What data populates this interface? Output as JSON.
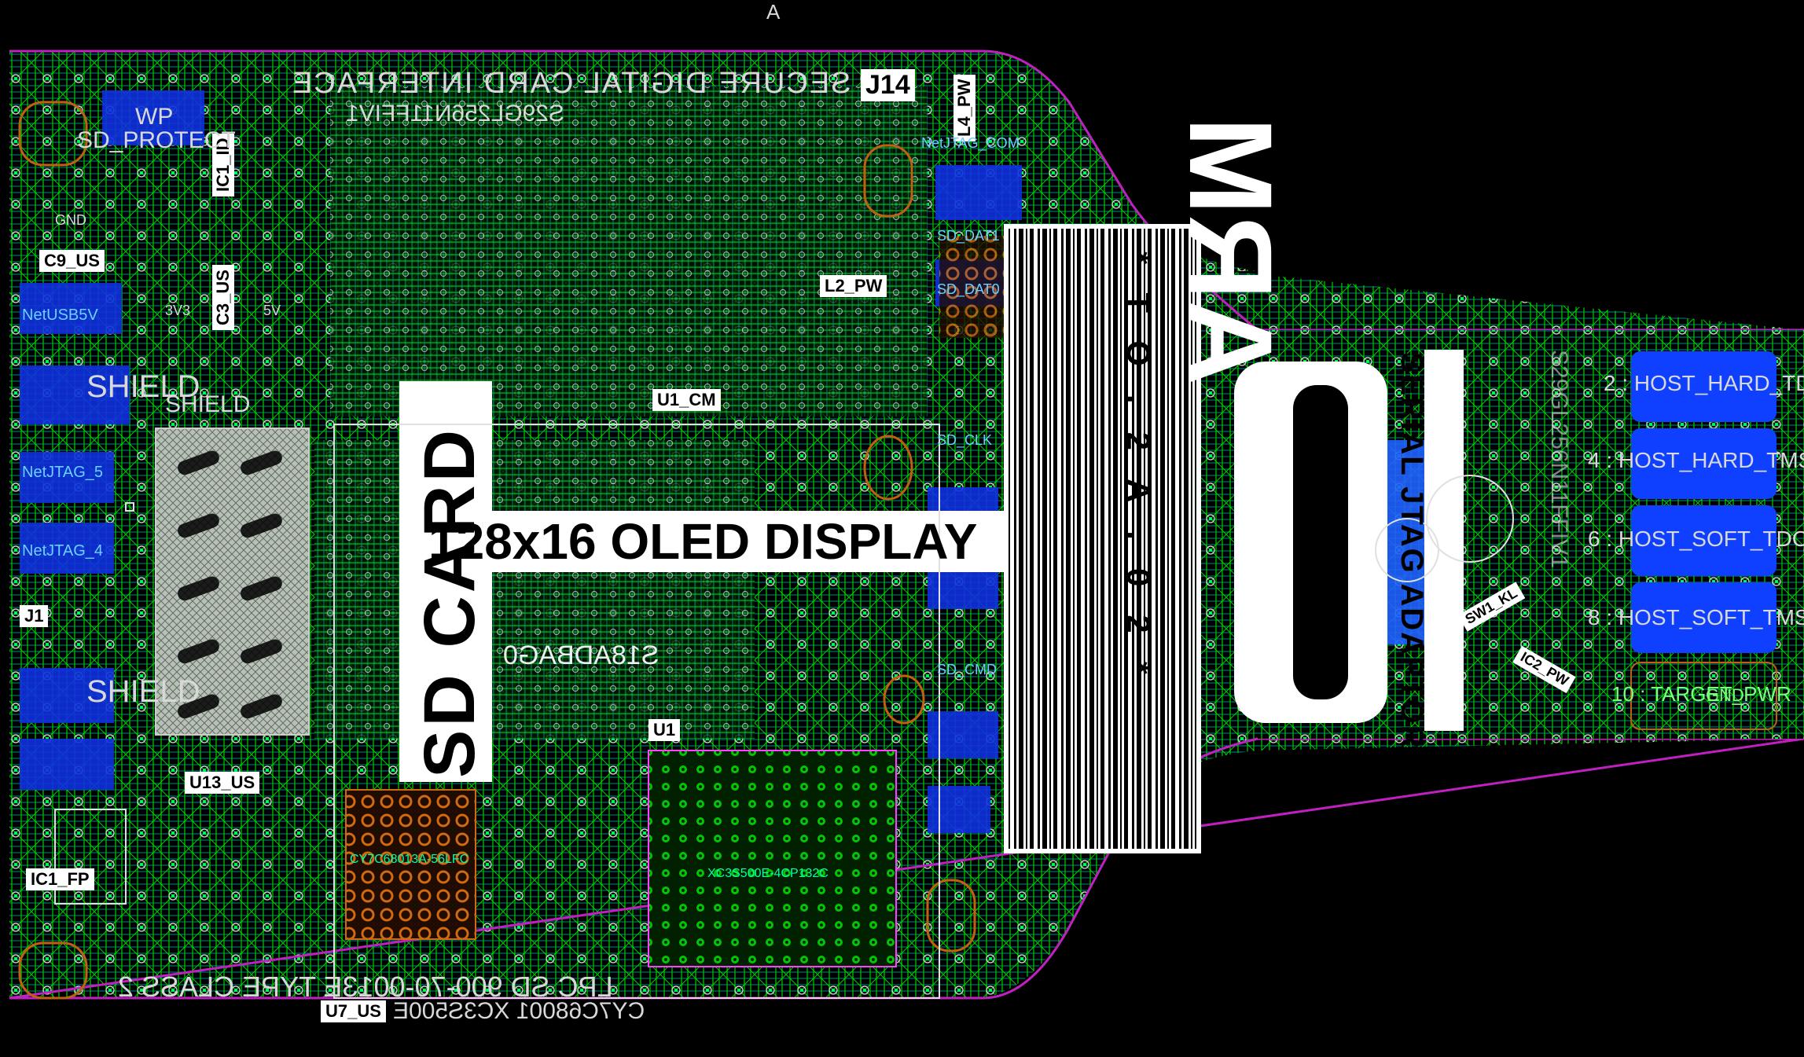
{
  "board": {
    "colors": {
      "background": "#000000",
      "outline": "#c020c0",
      "copper_top": "#00c800",
      "copper_pour": "#0a1ab0",
      "traces_cyan": "#00a0a0",
      "silkscreen": "#ffffff",
      "pads": "#1040ff",
      "component_orange": "#c06010"
    },
    "marker_top": "A",
    "title_silk": "SECURE DIGITAL CARD INTERFACE",
    "subtitle_silk": "S29GL256N11FFIV1",
    "bottom_silk": "LPC SD 900-70-0013E TYPE CLASS 2",
    "bottom_silk_2": "CY7C68001 XC3S500E",
    "middle_chip": "S18ADBAG0",
    "cpu_label": "CY7C68013A-56LFC",
    "fpga_label": "XC3S500E-4CP132C"
  },
  "refdes": {
    "j14": "J14",
    "l4_pw": "L4_PW",
    "ic1_id": "IC1_ID",
    "c9_us": "C9_US",
    "c3_us": "C3_US",
    "l2_pw": "L2_PW",
    "u1_cm": "U1_CM",
    "j1": "J1",
    "u1": "U1",
    "u13_us": "U13_US",
    "ic1_fp": "IC1_FP",
    "u7_us": "U7_US",
    "sw1_kl": "SW1_KL",
    "ic2_pw": "IC2_PW"
  },
  "silk_labels": {
    "wp": "WP",
    "sd_protect": "SD_PROTECT",
    "gnd": "GND",
    "shield": "SHIELD",
    "net_jtag_5": "NetJTAG_5",
    "net_jtag_4": "NetJTAG_4",
    "net_usb5v": "NetUSB5V",
    "net_jtag_com": "NetJTAG_COM",
    "sd_dat1": "SD_DAT1",
    "sd_dat0": "SD_DAT0",
    "sd_clk": "SD_CLK",
    "sd_cmd": "SD_CMD",
    "v33": "3V3",
    "v5": "5V"
  },
  "big_silk": {
    "sd_card": "SD CARD",
    "oled": "128x16 OLED DISPLAY",
    "barcode_text": "*TO.2A.02*",
    "logo": "ARM",
    "serial_jtag": "SERIAL JTAG ADAPTOR",
    "vertical_left": "S29GL256N11FFIV1"
  },
  "pins": [
    {
      "num": "2",
      "label": "HOST_HARD_TDO"
    },
    {
      "num": "4",
      "label": "HOST_HARD_TMS"
    },
    {
      "num": "6",
      "label": "HOST_SOFT_TDO"
    },
    {
      "num": "8",
      "label": "HOST_SOFT_TMS"
    },
    {
      "num": "10",
      "label": "TARGET_PWR"
    }
  ],
  "pin_ground": "GND"
}
